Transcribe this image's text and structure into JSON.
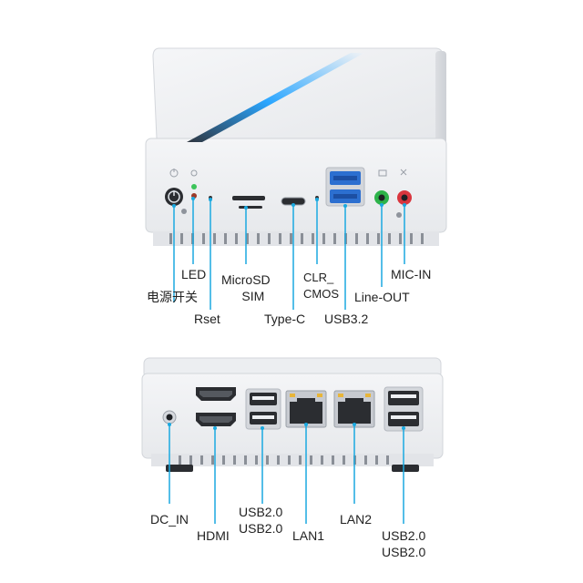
{
  "front": {
    "labels": {
      "led": "LED",
      "power": "电源开关",
      "reset": "Rset",
      "microsd_line1": "MicroSD",
      "microsd_line2": "SIM",
      "typec": "Type-C",
      "clr_line1": "CLR_",
      "clr_line2": "CMOS",
      "usb32": "USB3.2",
      "lineout": "Line-OUT",
      "micin": "MIC-IN"
    }
  },
  "back": {
    "labels": {
      "dcin": "DC_IN",
      "hdmi": "HDMI",
      "usb20a_line1": "USB2.0",
      "usb20a_line2": "USB2.0",
      "lan1": "LAN1",
      "lan2": "LAN2",
      "usb20b_line1": "USB2.0",
      "usb20b_line2": "USB2.0"
    }
  },
  "colors": {
    "callout": "#1aa9e0",
    "body_light": "#f2f3f5",
    "body_shade": "#d9dbdf",
    "accent_led": "#33aaff",
    "green_jack": "#2db34a",
    "red_jack": "#d9363e"
  }
}
